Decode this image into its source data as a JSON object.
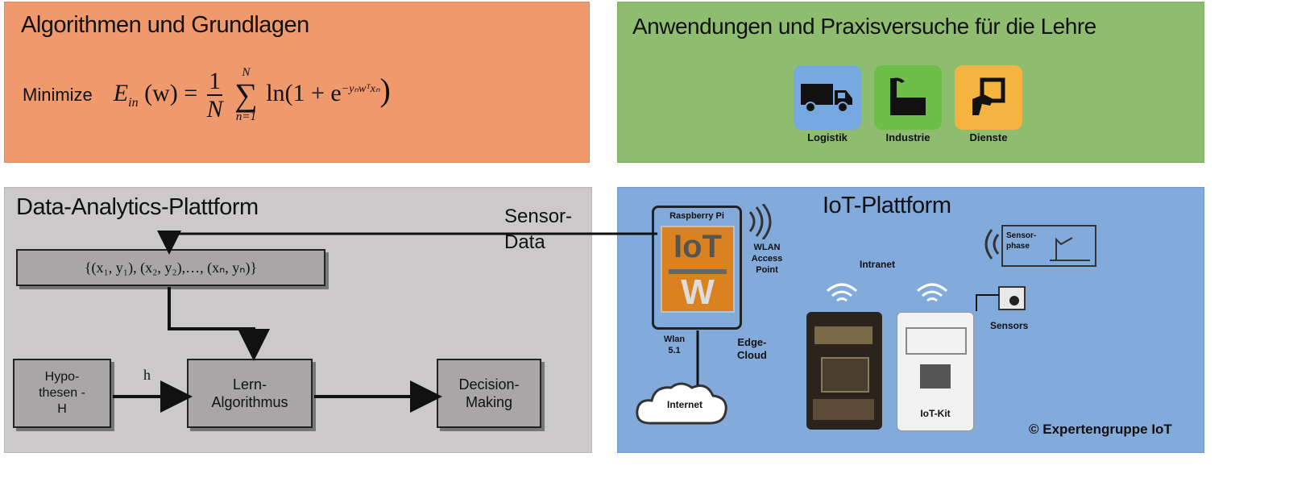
{
  "algorithms": {
    "title": "Algorithmen und Grundlagen",
    "formula_label": "Minimize",
    "formula_lhs": "E",
    "formula_sub": "in",
    "formula_arg": "(w) =",
    "frac_num": "1",
    "frac_den": "N",
    "sum_upper": "N",
    "sum_lower": "n=1",
    "formula_rhs": "ln(1 + e",
    "formula_exp": "−yₙwᵀxₙ",
    "formula_close": ")"
  },
  "applications": {
    "title": "Anwendungen und Praxisversuche für die Lehre",
    "tiles": [
      {
        "label": "Logistik",
        "icon": "truck-icon",
        "color": "#78a8e0"
      },
      {
        "label": "Industrie",
        "icon": "factory-icon",
        "color": "#6cc04a"
      },
      {
        "label": "Dienste",
        "icon": "hand-service-icon",
        "color": "#f5b440"
      }
    ]
  },
  "analytics": {
    "title": "Data-Analytics-Plattform",
    "sensor_label_1": "Sensor-",
    "sensor_label_2": "Data",
    "dataset": "{(x₁, y₁), (x₂, y₂),…, (xₙ, yₙ)}",
    "hypothesis_1": "Hypo-",
    "hypothesis_2": "thesen -",
    "hypothesis_3": "H",
    "edge_h": "h",
    "learn_1": "Lern-",
    "learn_2": "Algorithmus",
    "decision_1": "Decision-",
    "decision_2": "Making"
  },
  "iot": {
    "title": "IoT-Plattform",
    "rpi": "Raspberry Pi",
    "logo_top": "IoT",
    "logo_bottom": "W",
    "wlan_1": "WLAN",
    "wlan_2": "Access",
    "wlan_3": "Point",
    "intranet": "Intranet",
    "sensor_box_1": "Sensor-",
    "sensor_box_2": "phase",
    "wlan_side_1": "Wlan",
    "wlan_side_2": "5.1",
    "edge_1": "Edge-",
    "edge_2": "Cloud",
    "internet": "Internet",
    "sensors": "Sensors",
    "iot_kit": "IoT-Kit",
    "copyright": "© Expertengruppe IoT"
  }
}
